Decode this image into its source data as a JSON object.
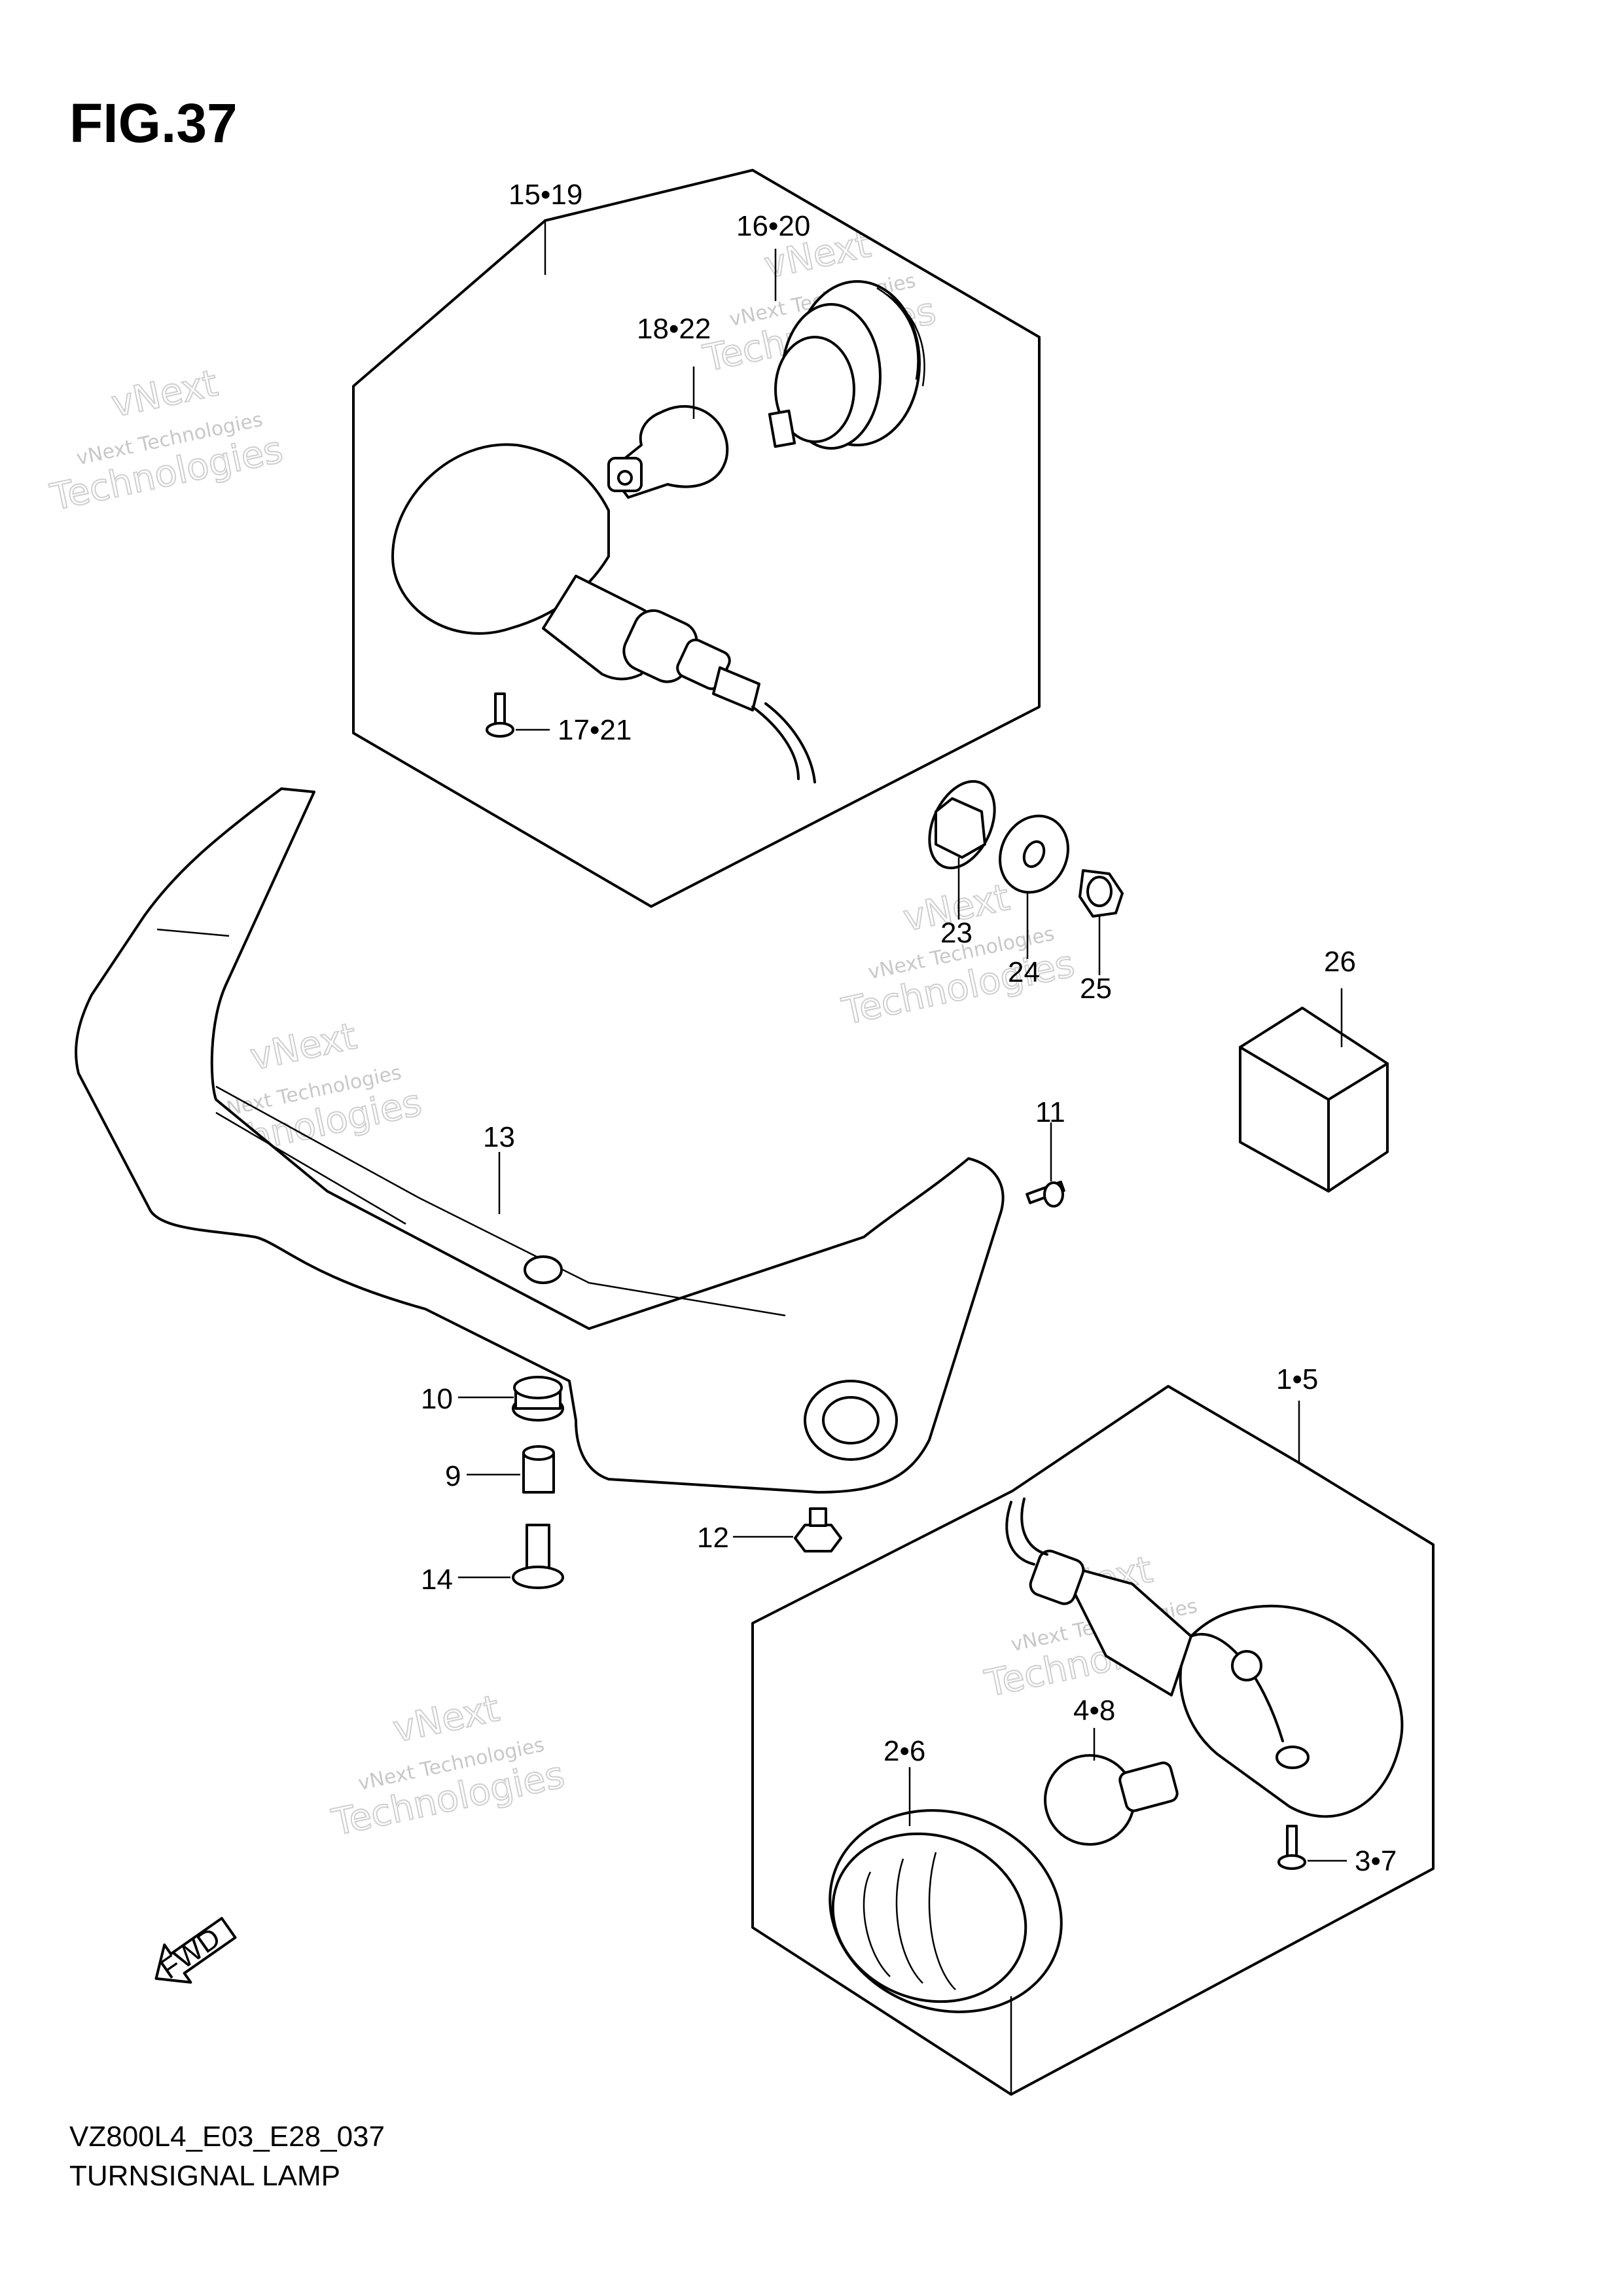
{
  "figure_title": "FIG.37",
  "model_code": "VZ800L4_E03_E28_037",
  "diagram_name": "TURNSIGNAL LAMP",
  "fwd_label": "FWD",
  "watermark": {
    "line1": "vNext Technologies",
    "line2": "vNext",
    "line3": "Technologies"
  },
  "callouts": {
    "c15_19": "15•19",
    "c16_20": "16•20",
    "c18_22": "18•22",
    "c17_21": "17•21",
    "c23": "23",
    "c24": "24",
    "c25": "25",
    "c26": "26",
    "c13": "13",
    "c11": "11",
    "c10": "10",
    "c9": "9",
    "c14": "14",
    "c12": "12",
    "c1_5": "1•5",
    "c4_8": "4•8",
    "c2_6": "2•6",
    "c3_7": "3•7"
  }
}
